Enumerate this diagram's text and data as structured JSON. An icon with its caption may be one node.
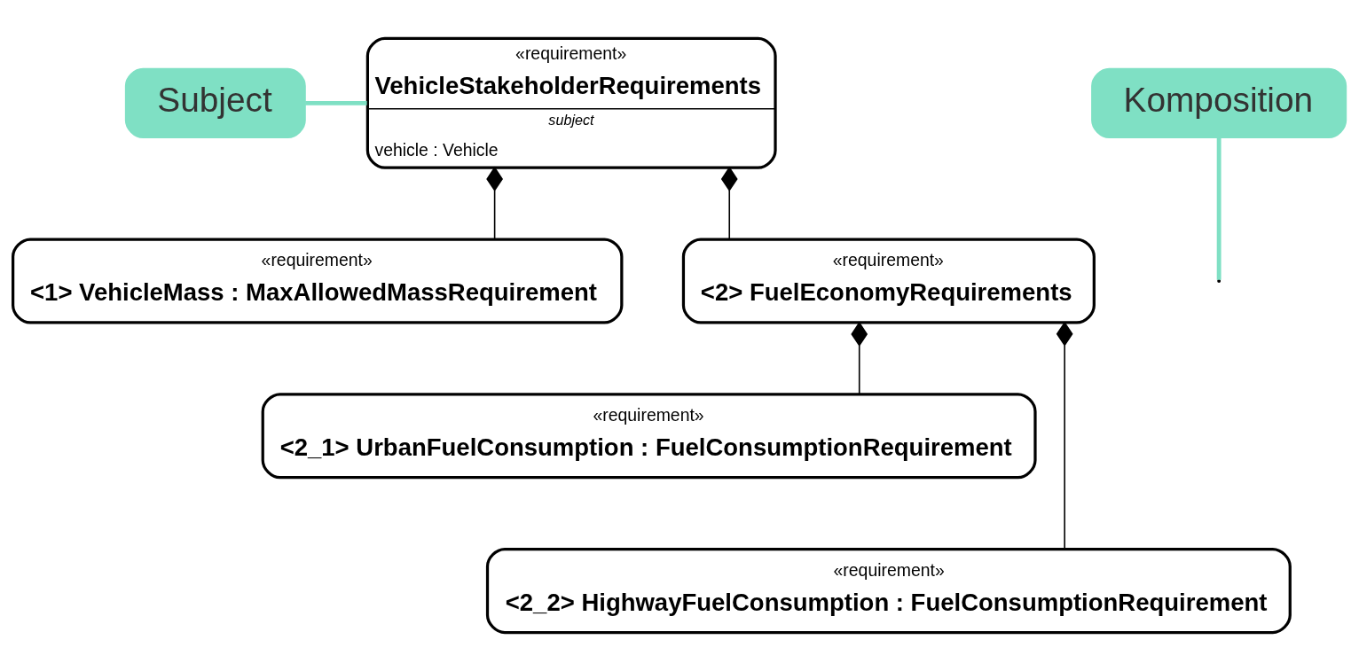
{
  "diagram": {
    "nodes": [
      {
        "text": [
          "Subject"
        ]
      },
      {
        "text": [
          "«requirement»",
          "VehicleStakeholderRequirements",
          "subject",
          "vehicle : Vehicle"
        ]
      },
      {
        "text": [
          "Komposition"
        ]
      },
      {
        "text": [
          "«requirement»",
          "<2> FuelEconomyRequirements"
        ]
      },
      {
        "text": [
          "«requirement»",
          "<1> VehicleMass : MaxAllowedMassRequirement"
        ]
      },
      {
        "text": [
          "«requirement»",
          "<2_1> UrbanFuelConsumption : FuelConsumptionRequirement"
        ]
      },
      {
        "text": [
          "«requirement»",
          "<2_2> HighwayFuelConsumption : FuelConsumptionRequirement"
        ]
      }
    ],
    "edges": [
      {
        "from": 1,
        "to": 4,
        "arrow": "other"
      },
      {
        "from": 1,
        "to": 3,
        "arrow": "other"
      },
      {
        "from": 3,
        "to": 5,
        "arrow": "other"
      },
      {
        "from": 3,
        "to": 6,
        "arrow": "other"
      },
      {
        "from": 0,
        "to": 1,
        "arrow": "none",
        "style": "thick",
        "color": "#7fe0c4"
      },
      {
        "from": 2,
        "to": null,
        "arrow": "none",
        "style": "thick",
        "color": "#7fe0c4"
      }
    ]
  }
}
